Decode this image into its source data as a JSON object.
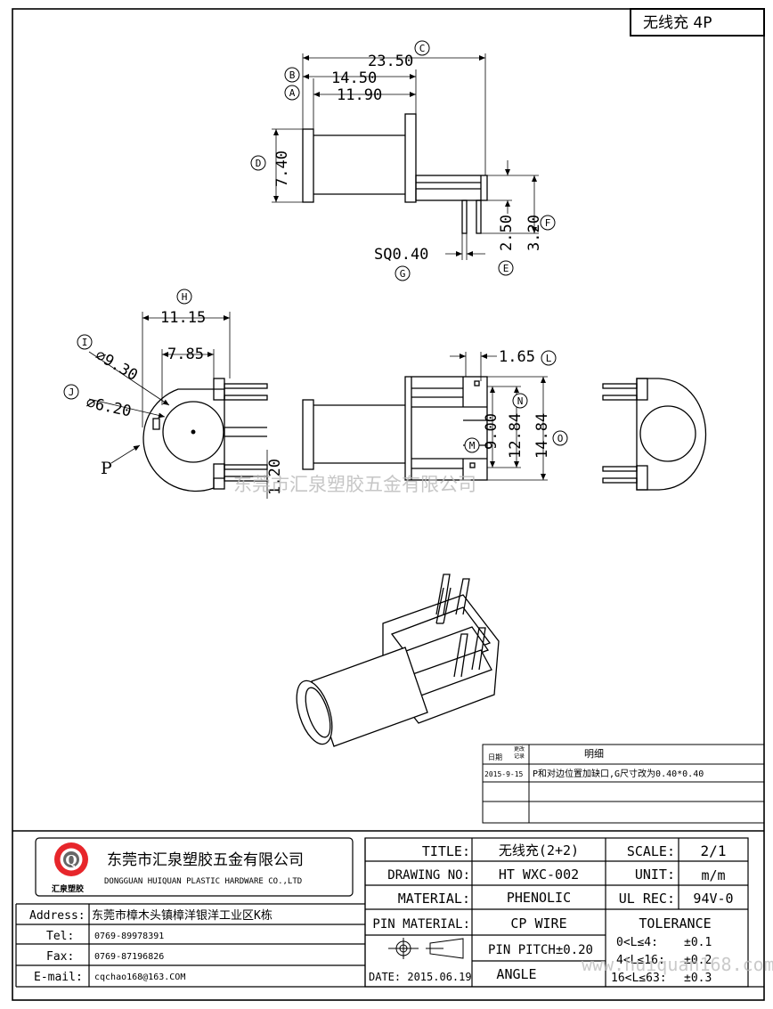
{
  "header_box": {
    "text": "无线充 4P"
  },
  "dims": {
    "top": {
      "d2350": "23.50",
      "d1450": "14.50",
      "d1190": "11.90",
      "d740": "7.40",
      "d250": "2.50",
      "d320": "3.20",
      "sq": "SQ0.40"
    },
    "left": {
      "d1115": "11.15",
      "d785": "7.85",
      "d930": "⌀9.30",
      "d620": "⌀6.20",
      "p": "P",
      "d120": "1.20"
    },
    "mid": {
      "d165": "1.65",
      "d900": "9.00",
      "d1284": "12.84",
      "d1484": "14.84"
    }
  },
  "callouts": [
    "A",
    "B",
    "C",
    "D",
    "E",
    "F",
    "G",
    "H",
    "I",
    "J",
    "L",
    "M",
    "N",
    "O"
  ],
  "watermark": {
    "company": "东莞市汇泉塑胶五金有限公司",
    "url": "www.huiquan168.com"
  },
  "revision": {
    "col_date_label": "日期",
    "col_record_label_1": "更改",
    "col_record_label_2": "记录",
    "col_detail_label": "明细",
    "rows": [
      {
        "date": "2015-9-15",
        "detail": "P和对边位置加缺口,G尺寸改为0.40*0.40"
      }
    ]
  },
  "title_block": {
    "logo_letter": "Q",
    "logo_caption": "汇泉塑胶",
    "company_cn": "东莞市汇泉塑胶五金有限公司",
    "company_en": "DONGGUAN HUIQUAN PLASTIC HARDWARE CO.,LTD",
    "address_label": "Address:",
    "address_value": "东莞市樟木头镇樟洋银洋工业区K栋",
    "tel_label": "Tel:",
    "tel_value": "0769-89978391",
    "fax_label": "Fax:",
    "fax_value": "0769-87196826",
    "email_label": "E-mail:",
    "email_value": "cqchao168@163.COM",
    "title_label": "TITLE:",
    "title_value": "无线充(2+2)",
    "drawing_no_label": "DRAWING NO:",
    "drawing_no_value": "HT WXC-002",
    "material_label": "MATERIAL:",
    "material_value": "PHENOLIC",
    "pin_material_label": "PIN MATERIAL:",
    "pin_material_value": "CP WIRE",
    "pin_pitch": "PIN PITCH±0.20",
    "date": "DATE: 2015.06.19",
    "angle": "ANGLE",
    "scale_label": "SCALE:",
    "scale_value": "2/1",
    "unit_label": "UNIT:",
    "unit_value": "m/m",
    "ul_label": "UL REC:",
    "ul_value": "94V-0",
    "tolerance_label": "TOLERANCE",
    "tolerance_rows": [
      {
        "range": "0<L≤4:",
        "value": "±0.1"
      },
      {
        "range": "4<L≤16:",
        "value": "±0.2"
      },
      {
        "range": "16<L≤63:",
        "value": "±0.3"
      }
    ]
  }
}
